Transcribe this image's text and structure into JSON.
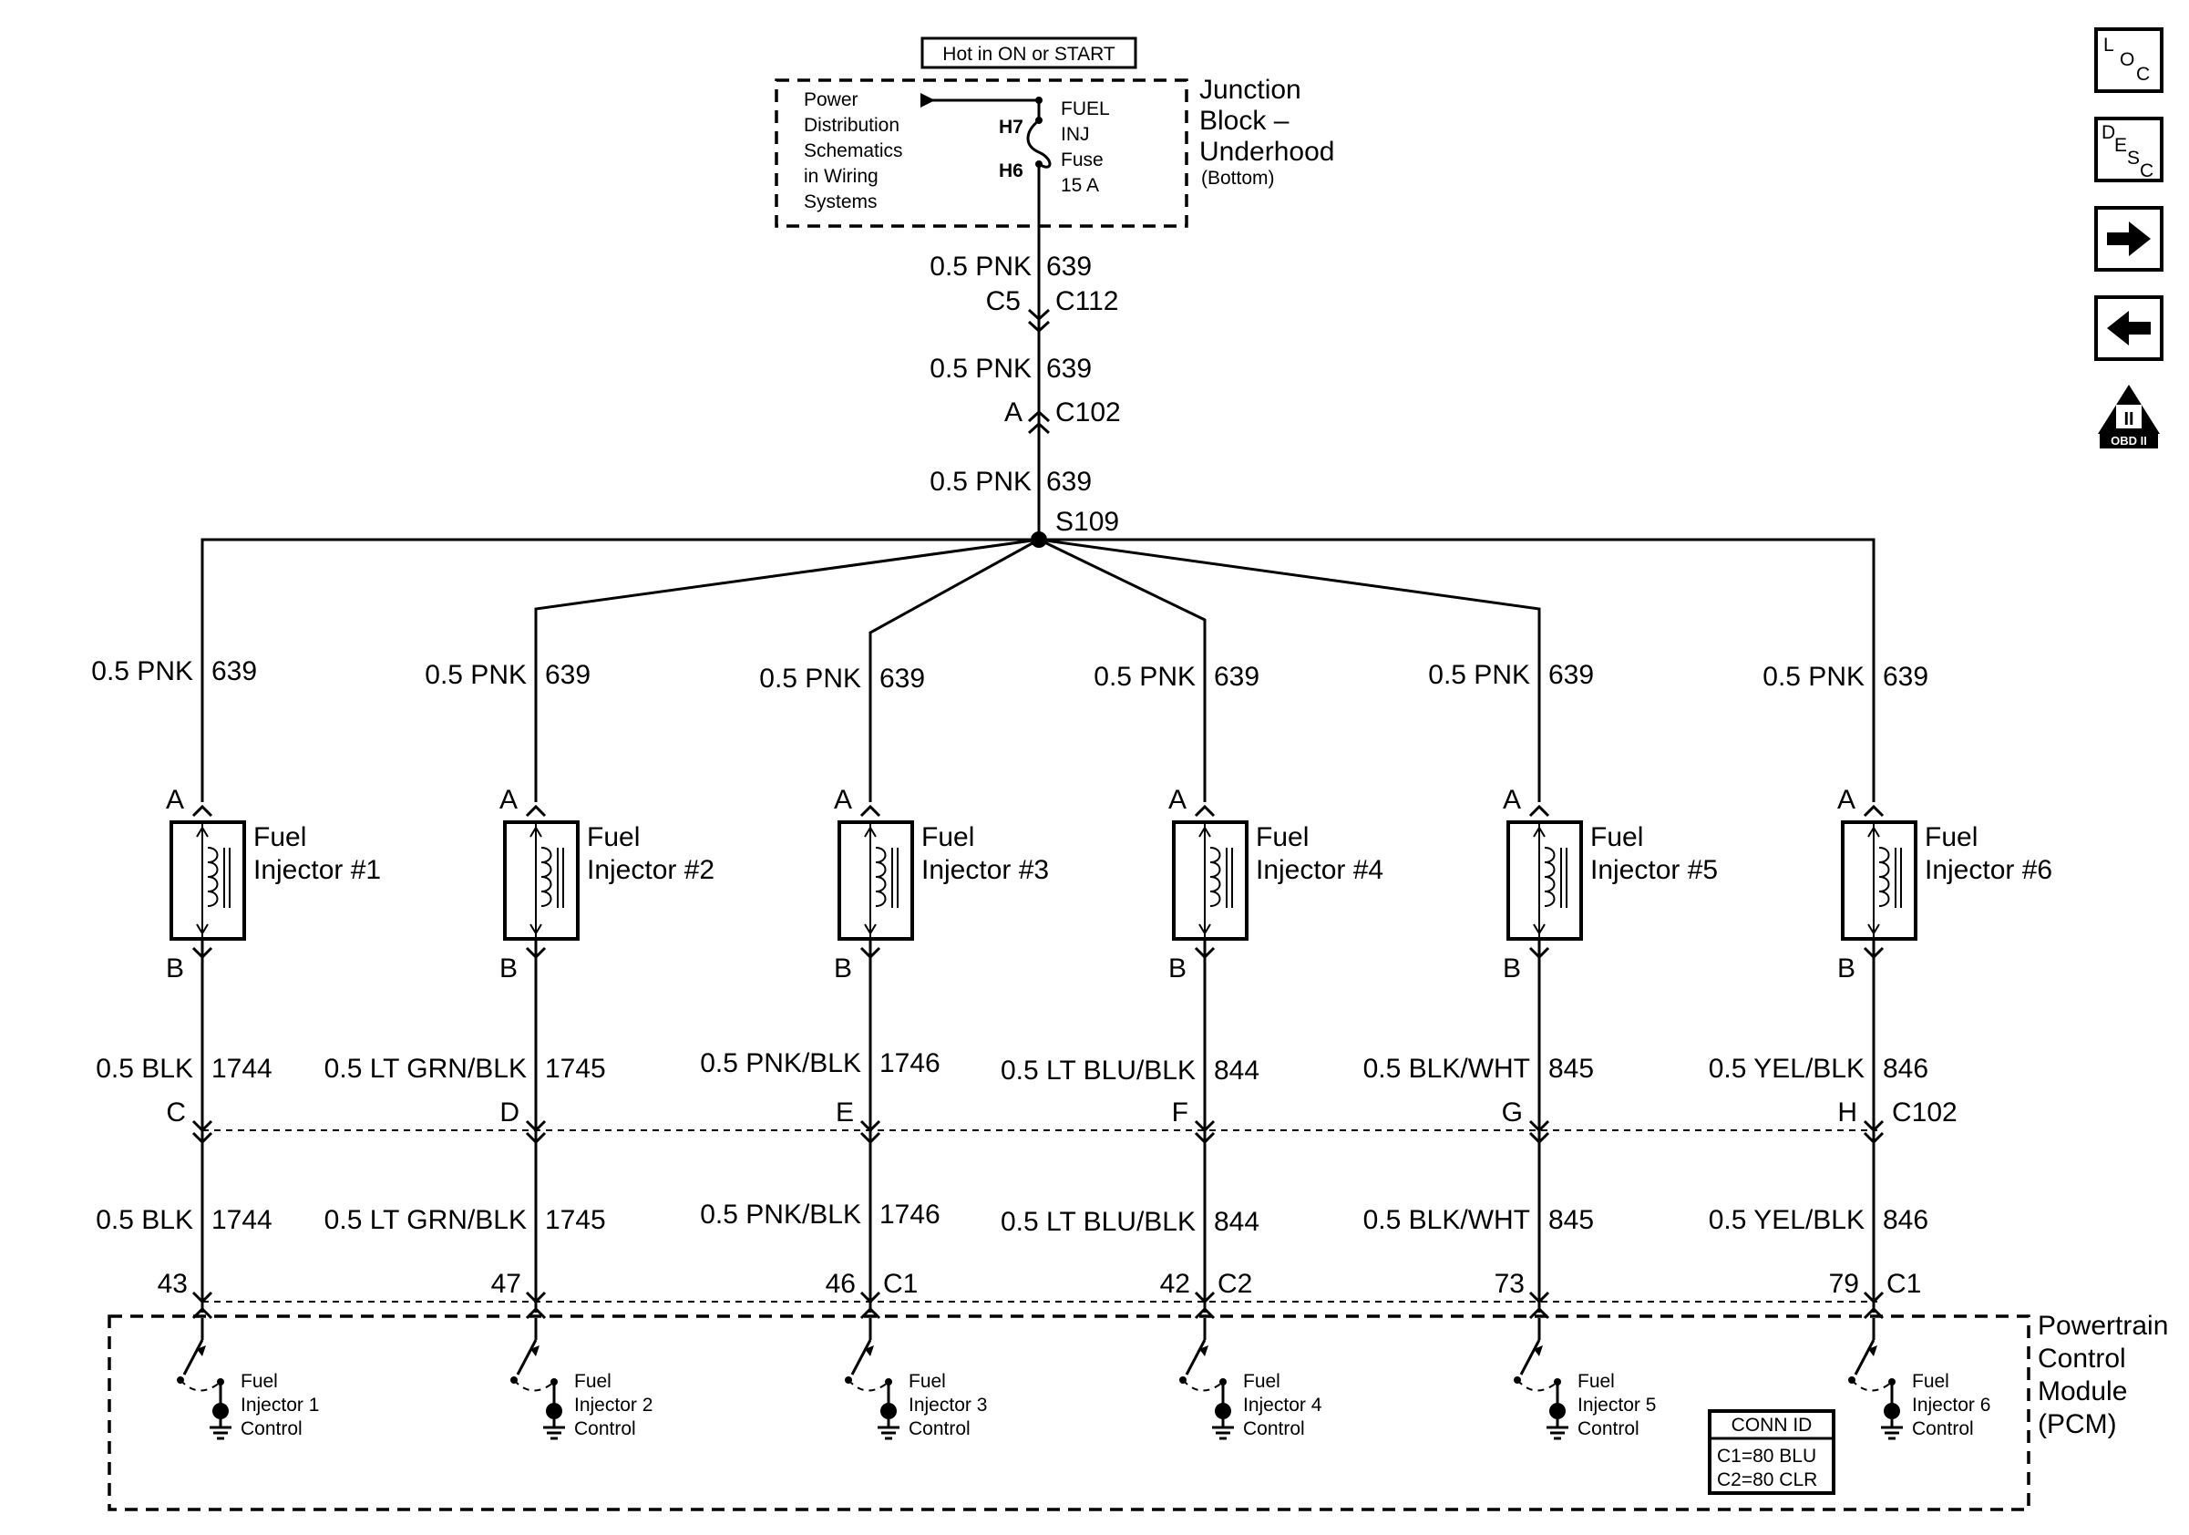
{
  "header": {
    "power_label": "Hot in ON or START",
    "power_dist_lines": [
      "Power",
      "Distribution",
      "Schematics",
      "in Wiring",
      "Systems"
    ],
    "fuse_pin_top": "H7",
    "fuse_pin_bottom": "H6",
    "fuse_lines": [
      "FUEL",
      "INJ",
      "Fuse",
      "15 A"
    ],
    "junction_lines": [
      "Junction",
      "Block –",
      "Underhood"
    ],
    "junction_note": "(Bottom)"
  },
  "main_feed": {
    "wire_label": "0.5 PNK",
    "circuit": "639",
    "c112_pin": "C5",
    "c112_conn": "C112",
    "c102_pin": "A",
    "c102_conn": "C102",
    "splice": "S109"
  },
  "injectors": [
    {
      "title": "Fuel",
      "name": "Injector #1",
      "feed_label": "0.5 PNK",
      "feed_circuit": "639",
      "pin_a": "A",
      "pin_b": "B",
      "ctrl_wire": "0.5 BLK",
      "ctrl_circuit": "1744",
      "c102_pin": "C",
      "pcm_pin": "43",
      "pcm_conn": "",
      "ctrl_lines": [
        "Fuel",
        "Injector 1",
        "Control"
      ]
    },
    {
      "title": "Fuel",
      "name": "Injector #2",
      "feed_label": "0.5 PNK",
      "feed_circuit": "639",
      "pin_a": "A",
      "pin_b": "B",
      "ctrl_wire": "0.5 LT GRN/BLK",
      "ctrl_circuit": "1745",
      "c102_pin": "D",
      "pcm_pin": "47",
      "pcm_conn": "",
      "ctrl_lines": [
        "Fuel",
        "Injector 2",
        "Control"
      ]
    },
    {
      "title": "Fuel",
      "name": "Injector #3",
      "feed_label": "0.5 PNK",
      "feed_circuit": "639",
      "pin_a": "A",
      "pin_b": "B",
      "ctrl_wire": "0.5 PNK/BLK",
      "ctrl_circuit": "1746",
      "c102_pin": "E",
      "pcm_pin": "46",
      "pcm_conn": "C1",
      "ctrl_lines": [
        "Fuel",
        "Injector 3",
        "Control"
      ]
    },
    {
      "title": "Fuel",
      "name": "Injector #4",
      "feed_label": "0.5 PNK",
      "feed_circuit": "639",
      "pin_a": "A",
      "pin_b": "B",
      "ctrl_wire": "0.5 LT BLU/BLK",
      "ctrl_circuit": "844",
      "c102_pin": "F",
      "pcm_pin": "42",
      "pcm_conn": "C2",
      "ctrl_lines": [
        "Fuel",
        "Injector 4",
        "Control"
      ]
    },
    {
      "title": "Fuel",
      "name": "Injector #5",
      "feed_label": "0.5 PNK",
      "feed_circuit": "639",
      "pin_a": "A",
      "pin_b": "B",
      "ctrl_wire": "0.5 BLK/WHT",
      "ctrl_circuit": "845",
      "c102_pin": "G",
      "pcm_pin": "73",
      "pcm_conn": "",
      "ctrl_lines": [
        "Fuel",
        "Injector 5",
        "Control"
      ]
    },
    {
      "title": "Fuel",
      "name": "Injector #6",
      "feed_label": "0.5 PNK",
      "feed_circuit": "639",
      "pin_a": "A",
      "pin_b": "B",
      "ctrl_wire": "0.5 YEL/BLK",
      "ctrl_circuit": "846",
      "c102_pin": "H",
      "pcm_pin": "79",
      "pcm_conn": "C1",
      "ctrl_lines": [
        "Fuel",
        "Injector 6",
        "Control"
      ]
    }
  ],
  "c102_right_label": "C102",
  "pcm": {
    "name_lines": [
      "Powertrain",
      "Control",
      "Module",
      "(PCM)"
    ],
    "conn_id_title": "CONN ID",
    "conn_id_rows": [
      "C1=80 BLU",
      "C2=80 CLR"
    ]
  },
  "nav": {
    "loc_letters": [
      "L",
      "O",
      "C"
    ],
    "desc_letters": [
      "D",
      "E",
      "S",
      "C"
    ],
    "obd_roman": "II",
    "obd_text": "OBD II"
  }
}
